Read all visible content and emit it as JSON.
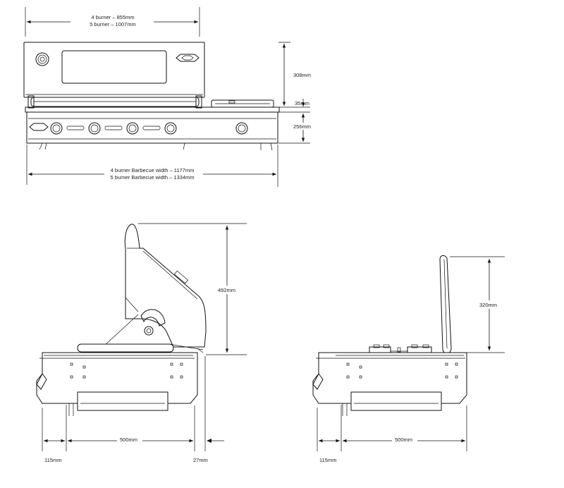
{
  "front_view": {
    "top_width_4_burner": "4 burner – 855mm",
    "top_width_5_burner": "5 burner – 1007mm",
    "hood_height": "308mm",
    "trim_height": "35mm",
    "body_height": "256mm",
    "bbq_width_4_burner": "4 burner Barbecue width – 1177mm",
    "bbq_width_5_burner": "5 burner Barbecue width – 1334mm"
  },
  "side_view_closed": {
    "hood_open_height": "492mm",
    "depth": "500mm",
    "front_overhang": "115mm",
    "rear_overhang": "27mm"
  },
  "side_view_open": {
    "lid_height": "320mm",
    "depth": "500mm",
    "front_overhang": "115mm"
  },
  "colors": {
    "line": "#111111",
    "background": "#ffffff"
  }
}
